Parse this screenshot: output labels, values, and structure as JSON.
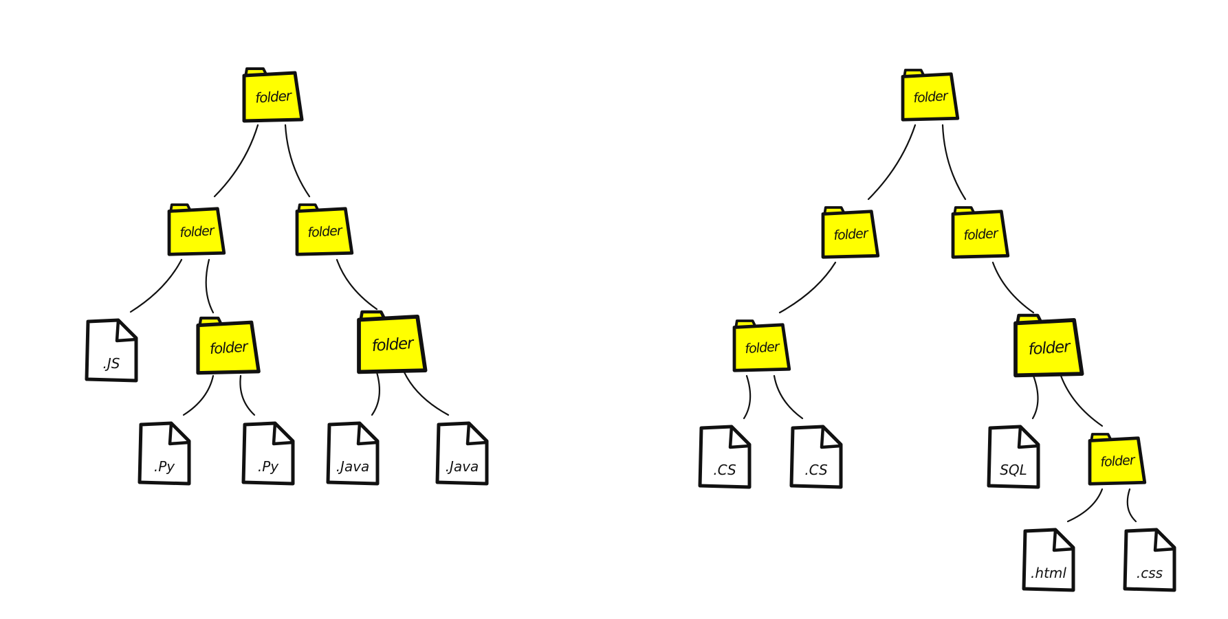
{
  "colors": {
    "folder_fill": "#ffff00",
    "outline": "#111111",
    "file_fill": "#ffffff",
    "background": "#ffffff"
  },
  "trees": [
    {
      "name": "tree-left",
      "nodes": [
        {
          "id": "L1",
          "kind": "folder",
          "label": "folder"
        },
        {
          "id": "L2",
          "kind": "folder",
          "label": "folder",
          "parent": "L1"
        },
        {
          "id": "L3",
          "kind": "folder",
          "label": "folder",
          "parent": "L1"
        },
        {
          "id": "L4",
          "kind": "file",
          "label": ".JS",
          "parent": "L2"
        },
        {
          "id": "L5",
          "kind": "folder",
          "label": "folder",
          "parent": "L2"
        },
        {
          "id": "L6",
          "kind": "folder",
          "label": "folder",
          "parent": "L3"
        },
        {
          "id": "L7",
          "kind": "file",
          "label": ".Py",
          "parent": "L5"
        },
        {
          "id": "L8",
          "kind": "file",
          "label": ".Py",
          "parent": "L5"
        },
        {
          "id": "L9",
          "kind": "file",
          "label": ".Java",
          "parent": "L6"
        },
        {
          "id": "L10",
          "kind": "file",
          "label": ".Java",
          "parent": "L6"
        }
      ]
    },
    {
      "name": "tree-right",
      "nodes": [
        {
          "id": "R1",
          "kind": "folder",
          "label": "folder"
        },
        {
          "id": "R2",
          "kind": "folder",
          "label": "folder",
          "parent": "R1"
        },
        {
          "id": "R3",
          "kind": "folder",
          "label": "folder",
          "parent": "R1"
        },
        {
          "id": "R4",
          "kind": "folder",
          "label": "folder",
          "parent": "R2"
        },
        {
          "id": "R5",
          "kind": "folder",
          "label": "folder",
          "parent": "R3"
        },
        {
          "id": "R6",
          "kind": "file",
          "label": ".CS",
          "parent": "R4"
        },
        {
          "id": "R7",
          "kind": "file",
          "label": ".CS",
          "parent": "R4"
        },
        {
          "id": "R8",
          "kind": "file",
          "label": "SQL",
          "parent": "R5"
        },
        {
          "id": "R9",
          "kind": "folder",
          "label": "folder",
          "parent": "R5"
        },
        {
          "id": "R10",
          "kind": "file",
          "label": ".html",
          "parent": "R9"
        },
        {
          "id": "R11",
          "kind": "file",
          "label": ".css",
          "parent": "R9"
        }
      ]
    }
  ]
}
